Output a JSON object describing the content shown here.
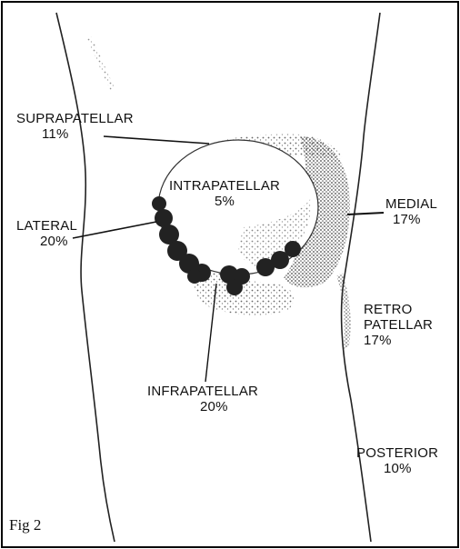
{
  "colors": {
    "ink": "#111111",
    "stipple": "#777777",
    "band": "#222222",
    "border": "#000000"
  },
  "caption": "Fig 2",
  "regions": {
    "suprapatellar": {
      "name": "SUPRAPATELLAR",
      "percent": "11%"
    },
    "intrapatellar": {
      "name": "INTRAPATELLAR",
      "percent": "5%"
    },
    "lateral": {
      "name": "LATERAL",
      "percent": "20%"
    },
    "medial": {
      "name": "MEDIAL",
      "percent": "17%"
    },
    "retropatellar": {
      "name_line1": "RETRO",
      "name_line2": "PATELLAR",
      "percent": "17%"
    },
    "infrapatellar": {
      "name": "INFRAPATELLAR",
      "percent": "20%"
    },
    "posterior": {
      "name": "POSTERIOR",
      "percent": "10%"
    }
  }
}
